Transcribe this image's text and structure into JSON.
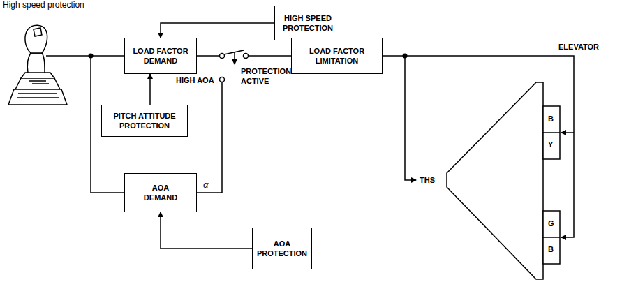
{
  "diagram": {
    "nodes": [
      {
        "text": [
          "HIGH SPEED PROTECTION"
        ]
      },
      {
        "text": [
          "LOAD FACTOR DEMAND"
        ]
      },
      {
        "text": [
          "PITCH ATTITUDE PROTECTION"
        ]
      },
      {
        "text": [
          "AOA DEMAND"
        ]
      },
      {
        "text": [
          "AOA PROTECTION"
        ]
      },
      {
        "text": [
          "LOAD FACTOR LIMITATION"
        ]
      }
    ],
    "edges": [
      {
        "from": 0,
        "to": 1,
        "arrow": "to"
      },
      {
        "from": 2,
        "to": 1,
        "arrow": "to"
      },
      {
        "from": 1,
        "to": 5,
        "arrow": "none"
      },
      {
        "from": 3,
        "to": 5,
        "label": "α",
        "arrow": "none"
      },
      {
        "from": 4,
        "to": 3,
        "arrow": "to"
      }
    ],
    "labels": [
      "High speed protection",
      "HIGH AOA",
      "PROTECTION ACTIVE",
      "THS",
      "ELEVATOR",
      "B",
      "Y",
      "G",
      "B"
    ]
  }
}
